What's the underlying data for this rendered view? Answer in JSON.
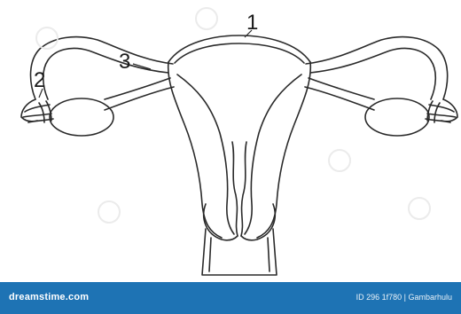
{
  "labels": {
    "one": "1",
    "two": "2",
    "three": "3"
  },
  "footer": {
    "left_text": "dreamstime.com",
    "right_text": "ID 296 1f780 | Gambarhulu"
  },
  "colors": {
    "line": "#2a2a2a",
    "footer_bar": "#1e73b4",
    "watermark": "#e9e9e9"
  }
}
